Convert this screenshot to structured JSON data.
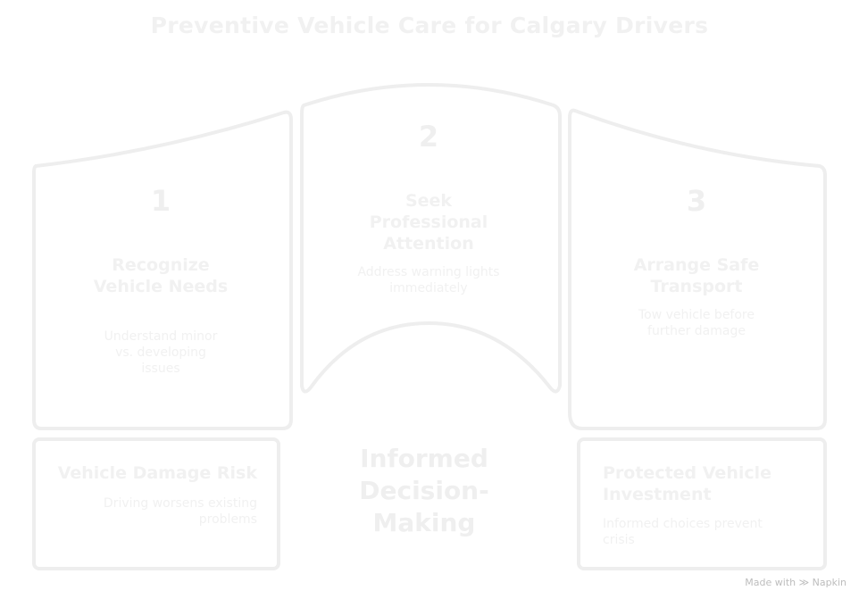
{
  "title": "Preventive Vehicle Care for Calgary Drivers",
  "steps": [
    {
      "number": "1",
      "heading": "Recognize Vehicle Needs",
      "description": "Understand minor vs. developing issues"
    },
    {
      "number": "2",
      "heading": "Seek Professional Attention",
      "description": "Address warning lights immediately"
    },
    {
      "number": "3",
      "heading": "Arrange Safe Transport",
      "description": "Tow vehicle before further damage"
    }
  ],
  "outcomes": {
    "left": {
      "heading": "Vehicle Damage Risk",
      "description": "Driving worsens existing problems"
    },
    "center": "Informed Decision-Making",
    "right": {
      "heading": "Protected Vehicle Investment",
      "description": "Informed choices prevent crisis"
    }
  },
  "watermark": {
    "prefix": "Made with",
    "brand": "Napkin",
    "icon": "napkin-logo-icon"
  },
  "colors": {
    "stroke": "#eeeeee",
    "text": "#f1f1f1",
    "watermark": "#bdbdbd"
  }
}
